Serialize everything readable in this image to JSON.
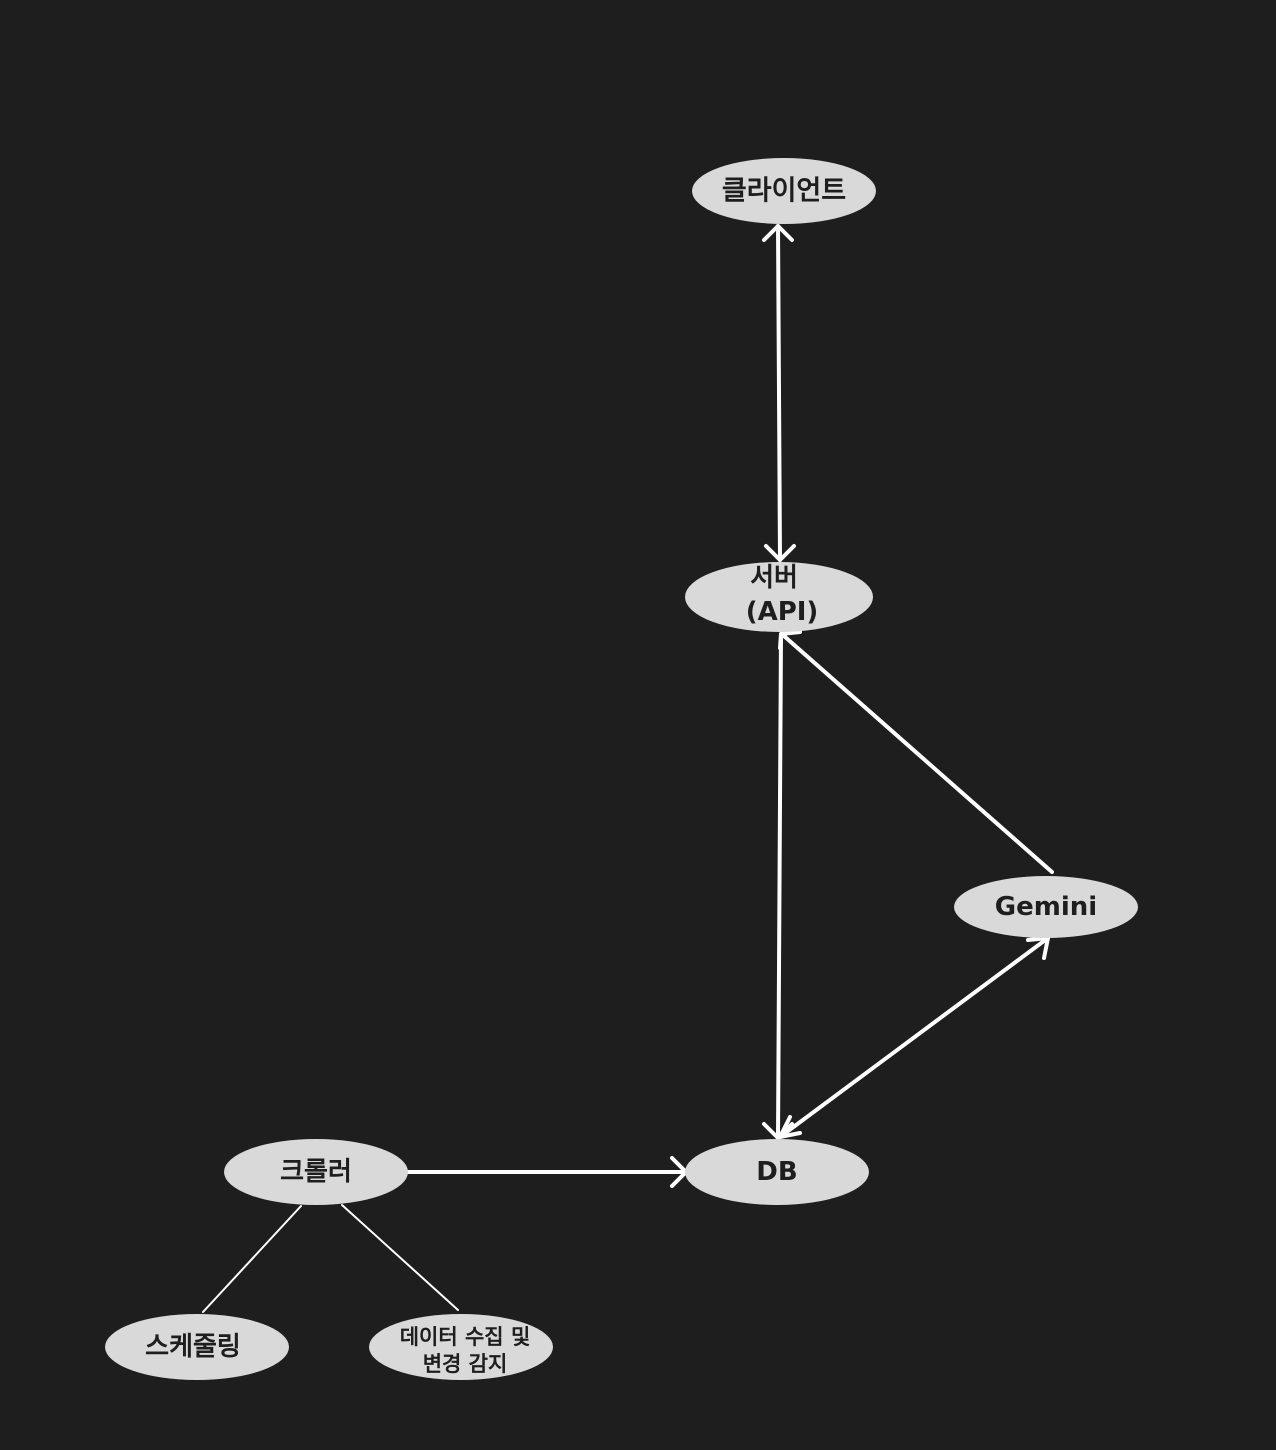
{
  "nodes": {
    "client": {
      "label": "클라이언트"
    },
    "server": {
      "label_line1": "서버",
      "label_line2": "(API)"
    },
    "gemini": {
      "label": "Gemini"
    },
    "db": {
      "label": "DB"
    },
    "crawler": {
      "label": "크롤러"
    },
    "scheduling": {
      "label": "스케줄링"
    },
    "collection": {
      "label_line1": "데이터 수집 및",
      "label_line2": "변경 감지"
    }
  },
  "edges": [
    {
      "from": "client",
      "to": "server",
      "direction": "both"
    },
    {
      "from": "server",
      "to": "db",
      "direction": "both"
    },
    {
      "from": "gemini",
      "to": "server",
      "direction": "to"
    },
    {
      "from": "db",
      "to": "gemini",
      "direction": "both"
    },
    {
      "from": "crawler",
      "to": "db",
      "direction": "to"
    },
    {
      "from": "crawler",
      "to": "scheduling",
      "direction": "none"
    },
    {
      "from": "crawler",
      "to": "collection",
      "direction": "none"
    }
  ],
  "colors": {
    "background": "#1e1e1e",
    "node_fill": "#d9d9d9",
    "node_text": "#1e1e1e",
    "edge": "#ffffff"
  }
}
